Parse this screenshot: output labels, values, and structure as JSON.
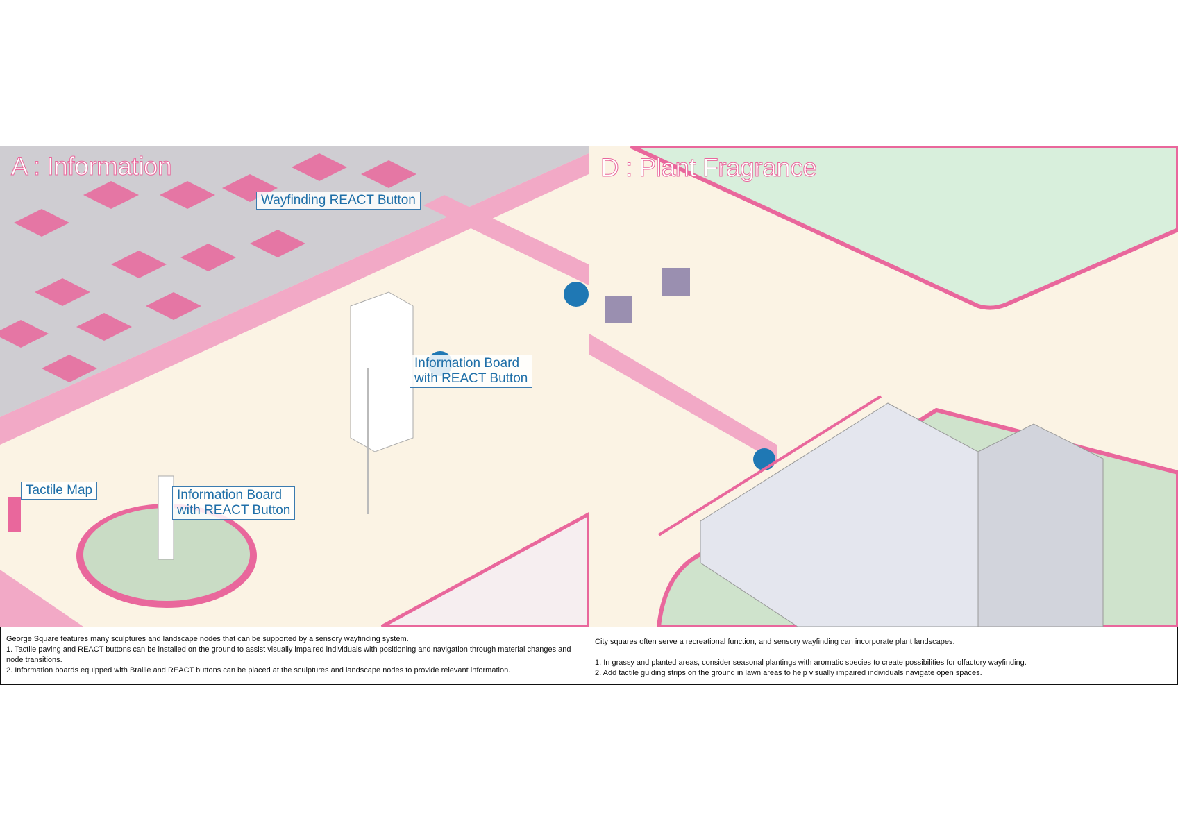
{
  "panel_a": {
    "title": "A : Information",
    "callouts": [
      "Wayfinding REACT Button",
      "Information Board",
      "with REACT Button",
      "Tactile Map",
      "Information Board",
      "with REACT Button"
    ],
    "description": [
      "George Square features many sculptures and landscape nodes that can be supported by a sensory wayfinding system.",
      "1. Tactile paving and REACT buttons can be installed on the ground to assist visually impaired individuals with positioning and navigation through material changes and node transitions.",
      "2. Information boards equipped with Braille and REACT buttons can be placed at the sculptures and landscape nodes to provide relevant information."
    ]
  },
  "panel_d": {
    "title": "D : Plant Fragrance",
    "description": [
      "City squares often serve a recreational function, and sensory wayfinding can incorporate plant landscapes.",
      "1. In grassy and planted areas, consider seasonal plantings with aromatic species to create possibilities for olfactory wayfinding.",
      "2. Add tactile guiding strips on the ground in lawn areas to help visually impaired individuals navigate open spaces."
    ]
  },
  "colors": {
    "accent_pink": "#e9679c",
    "react_blue": "#1f78b4",
    "lawn": "#d8efdc"
  }
}
